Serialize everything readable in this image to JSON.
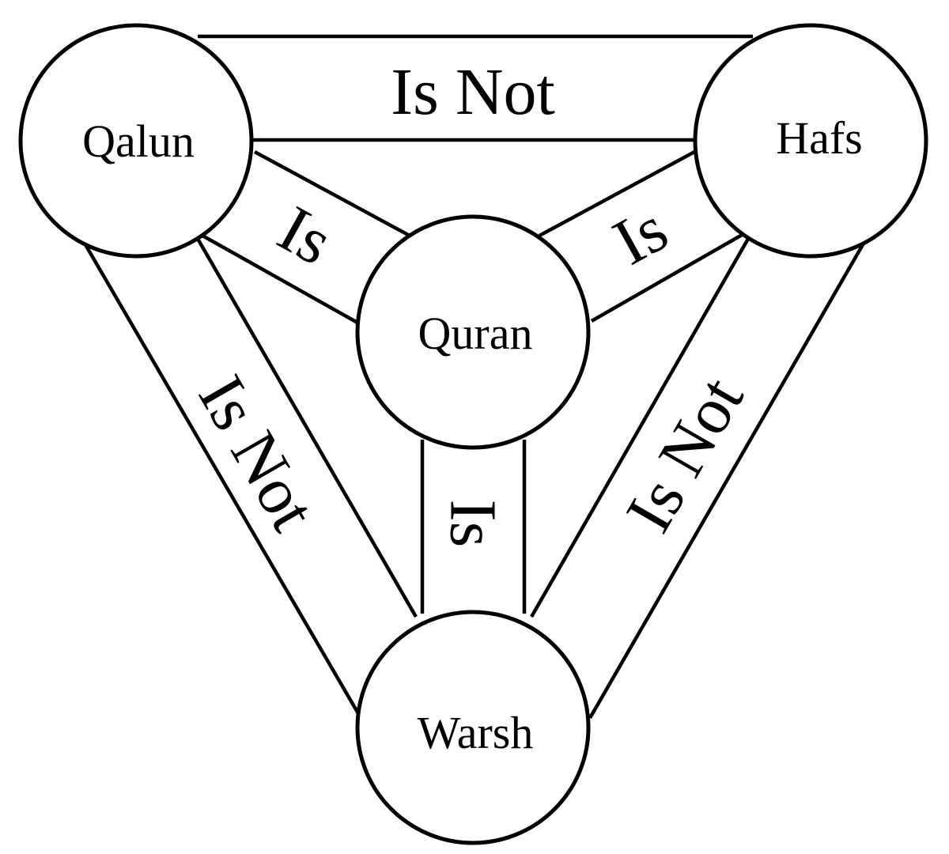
{
  "nodes": {
    "qalun": "Qalun",
    "hafs": "Hafs",
    "quran": "Quran",
    "warsh": "Warsh"
  },
  "relations": {
    "qalun_hafs": "Is Not",
    "qalun_quran": "Is",
    "hafs_quran": "Is",
    "warsh_quran": "Is",
    "qalun_warsh": "Is Not",
    "hafs_warsh": "Is Not"
  },
  "colors": {
    "ink": "#000000",
    "background": "#ffffff"
  }
}
